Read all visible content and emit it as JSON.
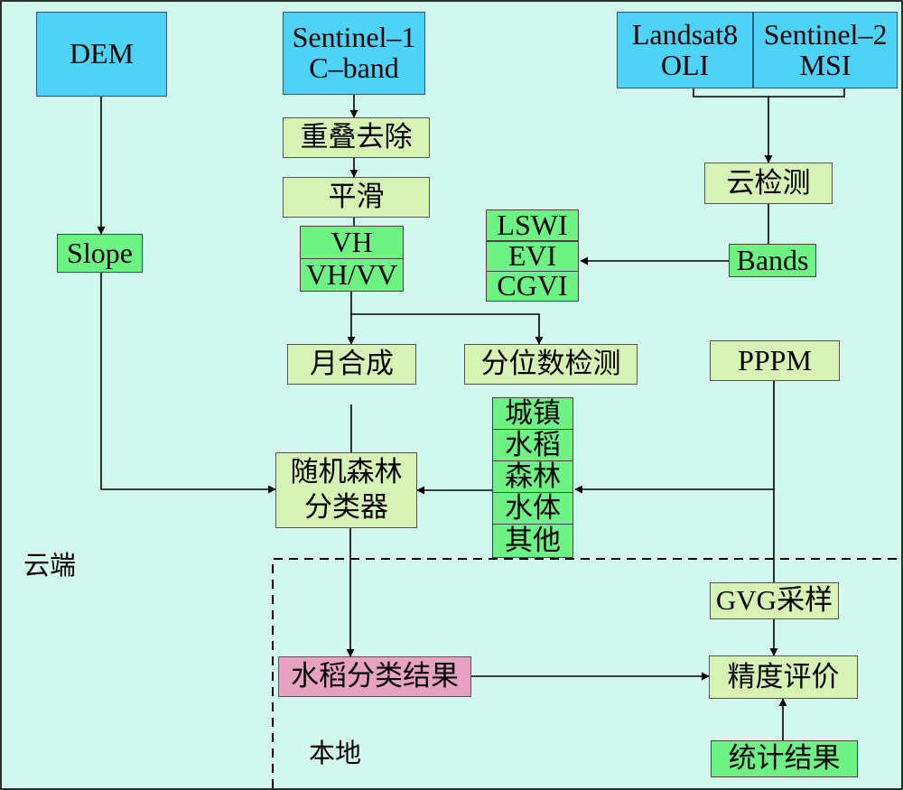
{
  "regions": {
    "cloud": "云端",
    "local": "本地"
  },
  "nodes": {
    "dem": "DEM",
    "sentinel1": [
      "Sentinel–1",
      "C–band"
    ],
    "landsat8": [
      "Landsat8",
      "OLI"
    ],
    "sentinel2": [
      "Sentinel–2",
      "MSI"
    ],
    "overlap_removal": "重叠去除",
    "smoothing": "平滑",
    "cloud_detection": "云检测",
    "slope": "Slope",
    "vh": "VH",
    "vh_vv": "VH/VV",
    "lswi": "LSWI",
    "evi": "EVI",
    "cgvi": "CGVI",
    "bands": "Bands",
    "monthly_composite": "月合成",
    "quantile_detection": "分位数检测",
    "pppm": "PPPM",
    "classes": [
      "城镇",
      "水稻",
      "森林",
      "水体",
      "其他"
    ],
    "rf_classifier": [
      "随机森林",
      "分类器"
    ],
    "gvg_sampling": "GVG采样",
    "rice_result": "水稻分类结果",
    "accuracy_eval": "精度评价",
    "statistics": "统计结果"
  },
  "colors": {
    "background": "#d2f7ed",
    "input_data": "#4dd2f8",
    "process": "#d6f3b3",
    "feature": "#6df383",
    "result": "#e6a2bf"
  }
}
